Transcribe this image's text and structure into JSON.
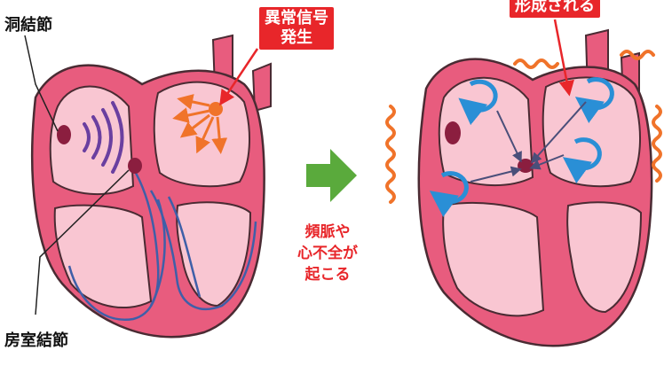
{
  "labels": {
    "sa_node": "洞結節",
    "av_node": "房室結節",
    "abnormal_signal": "異常信号\n発生",
    "formed_top": "形成される",
    "note": "頻脈や\n心不全が\n起こる"
  },
  "colors": {
    "heart_fill": "#e85c7e",
    "heart_inner": "#f9c6d2",
    "heart_outline": "#4a2b33",
    "conduction": "#3f5fa8",
    "signal_orange": "#f0732a",
    "wave_purple": "#6a3fa0",
    "circle_blue": "#2a8fd6",
    "arrow_green": "#5aaa3c",
    "label_red": "#e8262a"
  }
}
